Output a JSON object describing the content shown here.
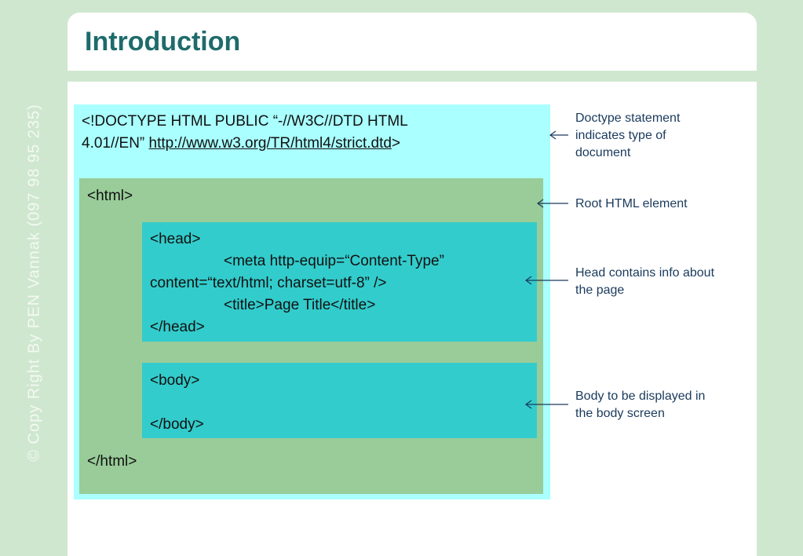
{
  "slide": {
    "title": "Introduction",
    "watermark": "© Copy Right By PEN Vannak (097 98 95 235)"
  },
  "code": {
    "doctype_line1": "<!DOCTYPE HTML PUBLIC “-//W3C//DTD HTML",
    "doctype_line2_prefix": "4.01//EN” ",
    "doctype_link": "http://www.w3.org/TR/html4/strict.dtd",
    "doctype_line2_suffix": ">",
    "html_open": "<html>",
    "head_open": "<head>",
    "meta_line1": "<meta http-equip=“Content-Type”",
    "meta_line2": "content=“text/html; charset=utf-8” />",
    "title_line": "<title>Page Title</title>",
    "head_close": "</head>",
    "body_open": "<body>",
    "body_close": "</body>",
    "html_close": "</html>"
  },
  "annotations": {
    "doctype": [
      "Doctype statement",
      "indicates type of",
      "document"
    ],
    "root": [
      "Root HTML element"
    ],
    "head": [
      "Head contains info about",
      "the page"
    ],
    "body": [
      "Body to be displayed in",
      "the body screen"
    ]
  },
  "colors": {
    "page_bg": "#cfe7cf",
    "title": "#1e6b6b",
    "doctype_box": "#aaffff",
    "html_box": "#99cc99",
    "head_body_box": "#33cccc",
    "annotation_text": "#1a3a5c"
  }
}
